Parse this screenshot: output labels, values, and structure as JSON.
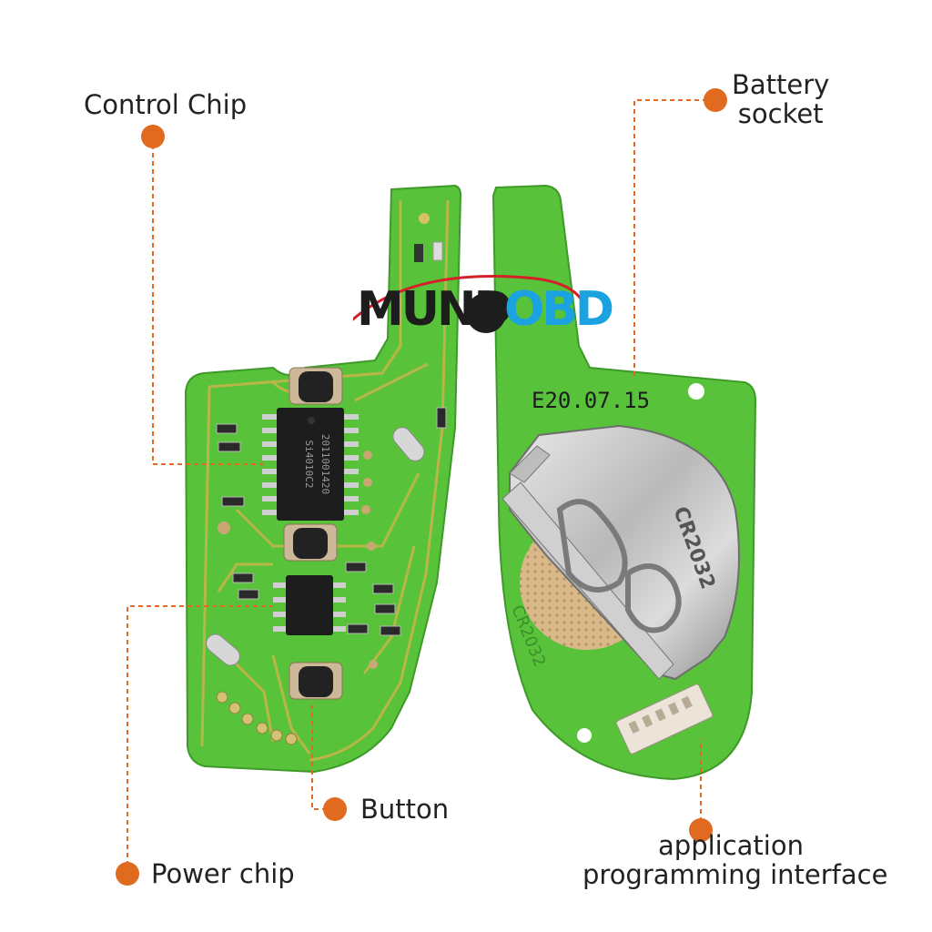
{
  "annotations": {
    "control_chip": "Control Chip",
    "battery_socket": [
      "Battery",
      "socket"
    ],
    "button": "Button",
    "power_chip": "Power chip",
    "api": [
      "application",
      "programming interface"
    ]
  },
  "pcb_markings": {
    "chip_main_line1": "Si4010C2",
    "chip_main_line2": "2011001420",
    "date_code": "E20.07.15",
    "battery_type": "CR2032",
    "battery_holder_text": "CR2032"
  },
  "logo": {
    "left": "MUND",
    "right": "OBD"
  },
  "colors": {
    "pcb_green": "#57c23a",
    "trace_gold": "#c9b44a",
    "leader_orange": "#e06a1f",
    "logo_blue": "#1aa3e0",
    "logo_red": "#d4202a"
  }
}
